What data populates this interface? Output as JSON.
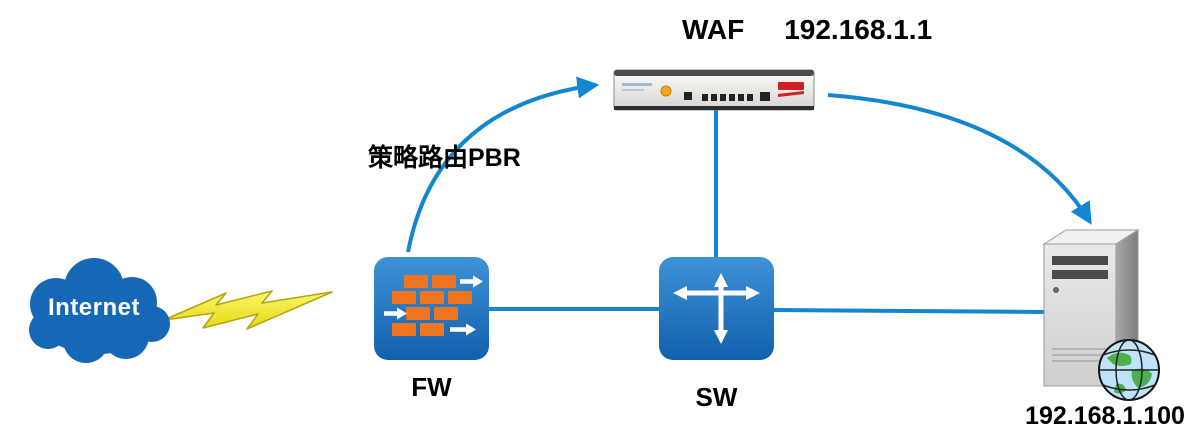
{
  "diagram": {
    "internet": {
      "label": "Internet"
    },
    "firewall": {
      "label": "FW"
    },
    "switch": {
      "label": "SW"
    },
    "waf": {
      "label": "WAF",
      "ip": "192.168.1.1"
    },
    "server": {
      "ip": "192.168.1.100"
    },
    "pbr_label": "策略路由PBR",
    "colors": {
      "connector_blue": "#1486cf",
      "node_blue": "#1d74c2",
      "cloud_blue": "#1568b5",
      "brick_orange": "#ee7623",
      "lightning_yellow": "#f5ec2e"
    }
  }
}
